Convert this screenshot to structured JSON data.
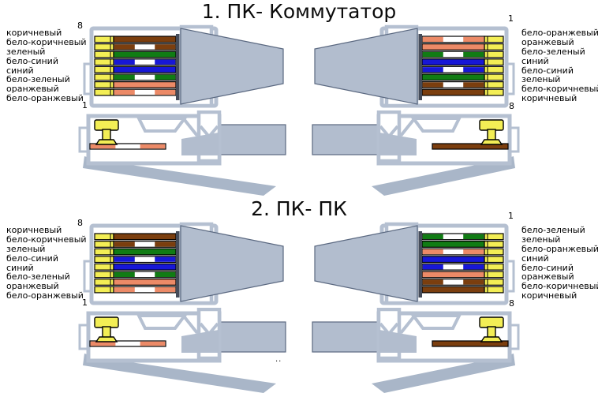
{
  "sections": [
    {
      "title": "1. ПК- Коммутатор",
      "left": {
        "pin_top": "8",
        "pin_bottom": "1",
        "labels": [
          "коричневый",
          "бело-коричневый",
          "зеленый",
          "бело-синий",
          "синий",
          "бело-зеленый",
          "оранжевый",
          "бело-оранжевый"
        ],
        "wires": [
          "brown",
          "white-brown",
          "green",
          "white-blue",
          "blue",
          "white-green",
          "orange",
          "white-orange"
        ],
        "side_wire": "white-orange"
      },
      "right": {
        "pin_top": "1",
        "pin_bottom": "8",
        "labels": [
          "бело-оранжевый",
          "оранжевый",
          "бело-зеленый",
          "синий",
          "бело-синий",
          "зеленый",
          "бело-коричневый",
          "коричневый"
        ],
        "wires": [
          "white-orange",
          "orange",
          "white-green",
          "blue",
          "white-blue",
          "green",
          "white-brown",
          "brown"
        ],
        "side_wire": "brown"
      }
    },
    {
      "title": "2. ПК- ПК",
      "left": {
        "pin_top": "8",
        "pin_bottom": "1",
        "labels": [
          "коричневый",
          "бело-коричневый",
          "зеленый",
          "бело-синий",
          "синий",
          "бело-зеленый",
          "оранжевый",
          "бело-оранжевый"
        ],
        "wires": [
          "brown",
          "white-brown",
          "green",
          "white-blue",
          "blue",
          "white-green",
          "orange",
          "white-orange"
        ],
        "side_wire": "white-orange"
      },
      "right": {
        "pin_top": "1",
        "pin_bottom": "8",
        "labels": [
          "бело-зеленый",
          "зеленый",
          "бело-оранжевый",
          "синий",
          "бело-синий",
          "оранжевый",
          "бело-коричневый",
          "коричневый"
        ],
        "wires": [
          "white-green",
          "green",
          "white-orange",
          "blue",
          "white-blue",
          "orange",
          "white-brown",
          "brown"
        ],
        "side_wire": "brown"
      }
    }
  ],
  "stray_dots": "..",
  "colors": {
    "housing_outline": "#b5c0d1",
    "boot_fill": "#b2bdce",
    "latch_fill": "#a9b6c8",
    "dark_edge": "#5a6880",
    "plug_face_dark": "#454c5a",
    "contact_yellow": "#f3ee55",
    "wire": {
      "brown": "#7b3e0e",
      "green": "#117c14",
      "blue": "#1717d6",
      "orange": "#ec8a67",
      "white": "#ffffff"
    }
  }
}
